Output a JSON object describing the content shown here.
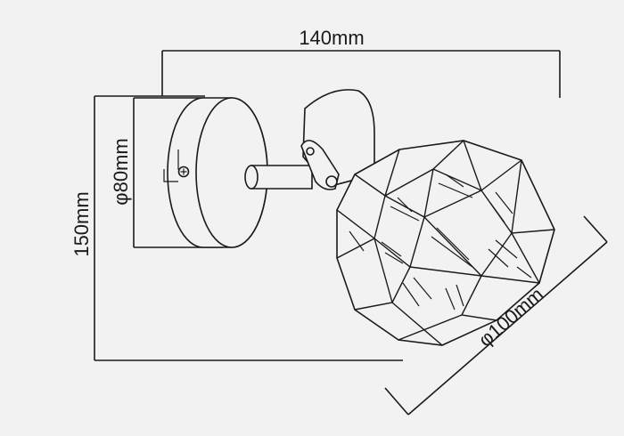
{
  "dimensions": {
    "width_label": "140mm",
    "height_label": "150mm",
    "base_diameter_label": "φ80mm",
    "shade_diameter_label": "φ100mm"
  },
  "colors": {
    "background": "#f2f2f2",
    "ink": "#1a1a1a"
  }
}
